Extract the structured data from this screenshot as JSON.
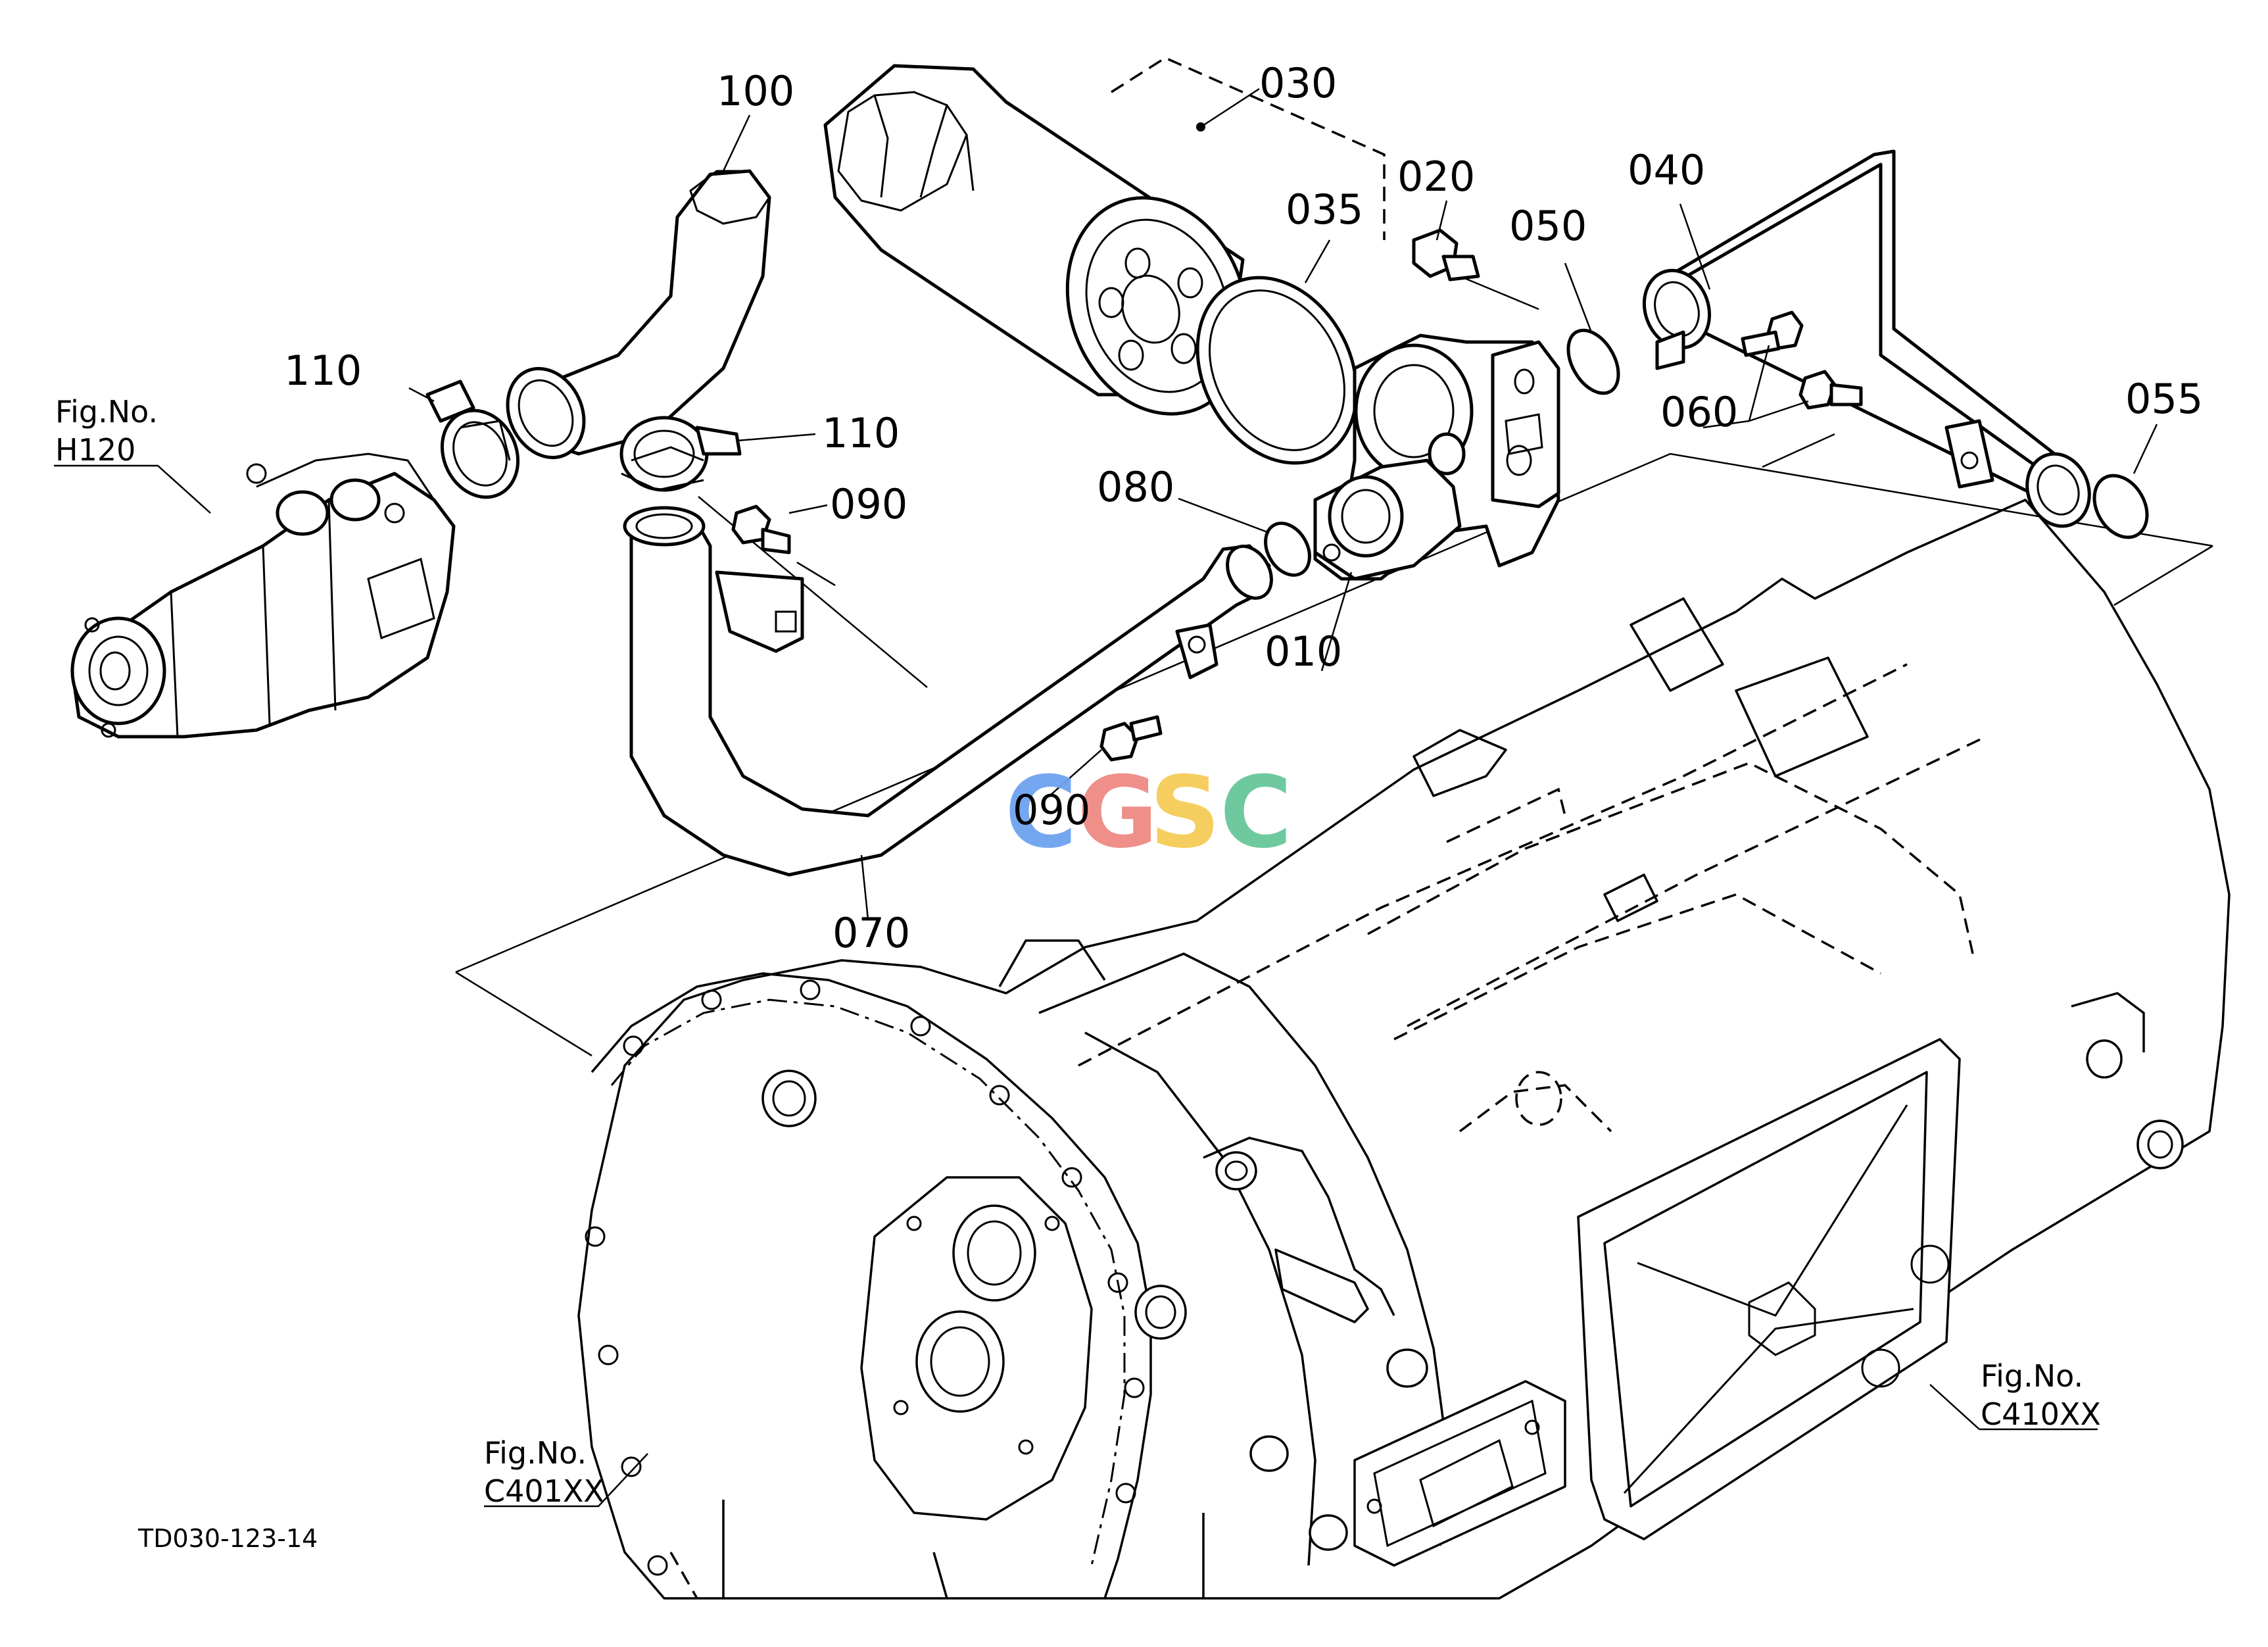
{
  "callouts": {
    "p100": "100",
    "p030": "030",
    "p035": "035",
    "p020": "020",
    "p050": "050",
    "p040": "040",
    "p110a": "110",
    "p110b": "110",
    "p090a": "090",
    "p080": "080",
    "p060": "060",
    "p055": "055",
    "p010": "010",
    "p090b": "090",
    "p070": "070"
  },
  "figure_refs": {
    "h120": {
      "line1": "Fig.No.",
      "line2": "H120"
    },
    "c410": {
      "line1": "Fig.No.",
      "line2": "C410XX"
    },
    "c401": {
      "line1": "Fig.No.",
      "line2": "C401XX"
    }
  },
  "drawing_id": "TD030-123-14",
  "watermark": {
    "letters": [
      "C",
      "G",
      "S",
      "C"
    ],
    "colors": [
      "#6ea3f0",
      "#ee8a83",
      "#f6cc57",
      "#67c79a"
    ]
  }
}
